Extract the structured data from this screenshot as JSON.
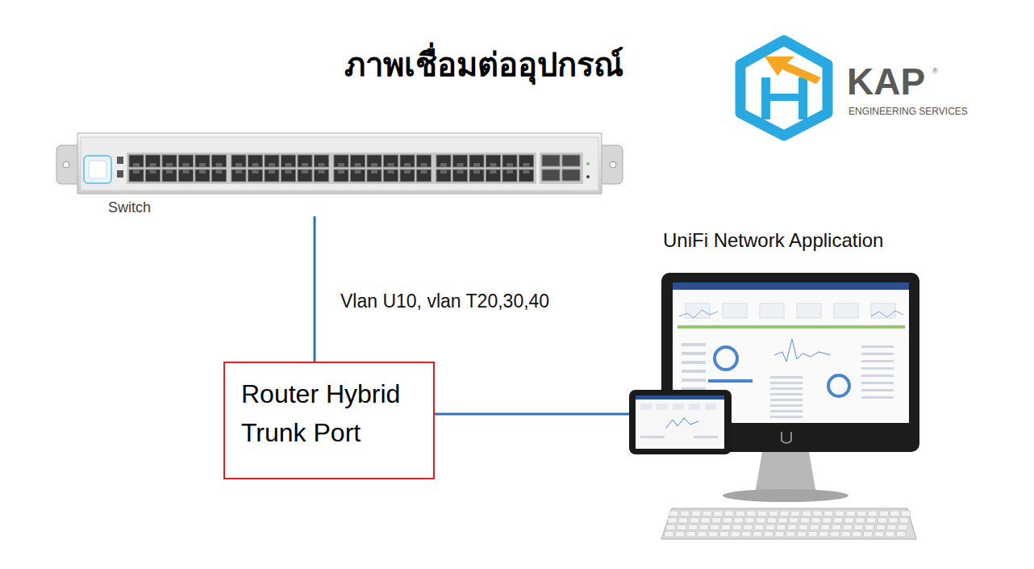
{
  "diagram": {
    "title": "ภาพเชื่อมต่ออุปกรณ์",
    "nodes": [
      {
        "text": [
          "Switch"
        ]
      },
      {
        "text": [
          "Router Hybrid Trunk Port"
        ]
      },
      {
        "text": [
          "UniFi Network Application"
        ]
      }
    ],
    "edges": [
      {
        "from": 0,
        "to": 1,
        "arrow": "none",
        "label": "Vlan U10, vlan T20,30,40"
      },
      {
        "from": 1,
        "to": 2,
        "arrow": "none"
      }
    ],
    "labels": [
      "KAP",
      "®",
      "ENGINEERING SERVICES"
    ]
  }
}
